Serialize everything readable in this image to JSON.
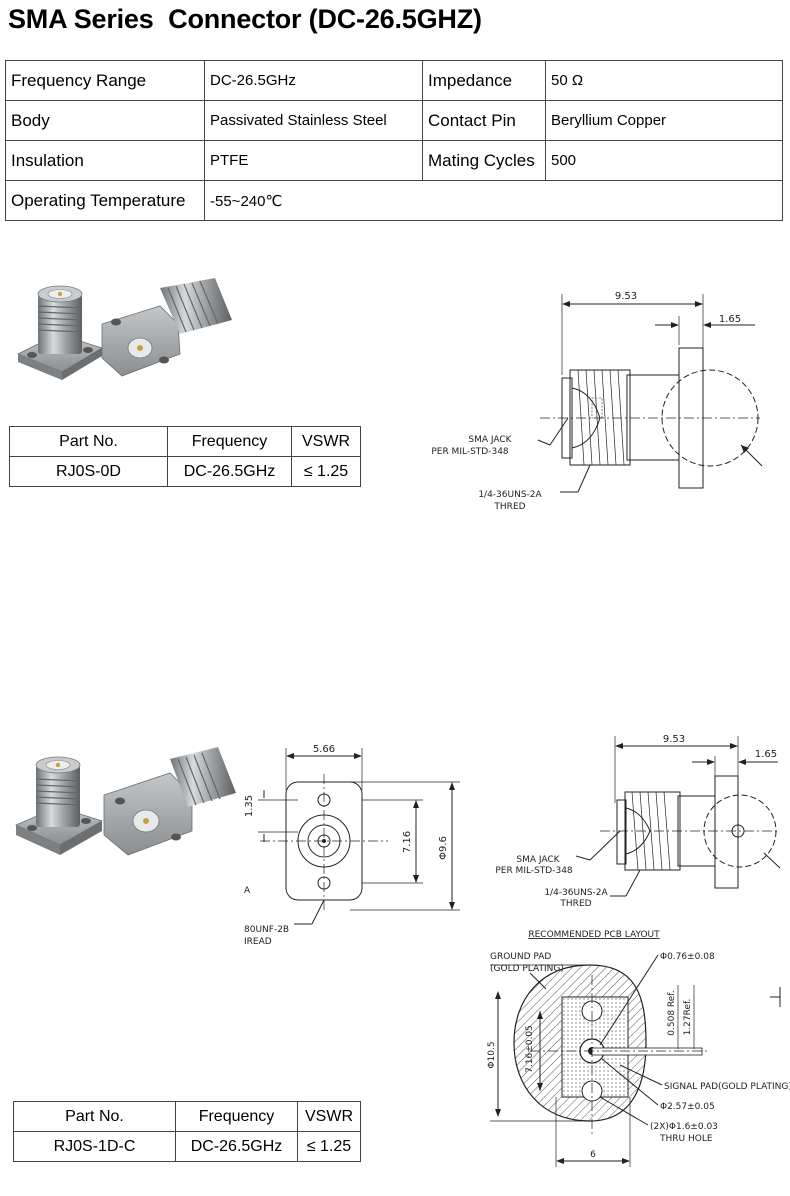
{
  "title": "SMA Series  Connector (DC-26.5GHZ)",
  "specs": {
    "row1": {
      "l1": "Frequency Range",
      "v1": "DC-26.5GHz",
      "l2": "Impedance",
      "v2": "50 Ω"
    },
    "row2": {
      "l1": "Body",
      "v1": "Passivated Stainless Steel",
      "l2": "Contact Pin",
      "v2": "Beryllium Copper"
    },
    "row3": {
      "l1": "Insulation",
      "v1": "PTFE",
      "l2": "Mating Cycles",
      "v2": "500"
    },
    "row4": {
      "l1": "Operating Temperature",
      "v1": "-55~240℃"
    }
  },
  "parts_table_1": {
    "headers": [
      "Part No.",
      "Frequency",
      "VSWR"
    ],
    "row": [
      "RJ0S-0D",
      "DC-26.5GHz",
      "≤ 1.25"
    ]
  },
  "parts_table_2": {
    "headers": [
      "Part No.",
      "Frequency",
      "VSWR"
    ],
    "row": [
      "RJ0S-1D-C",
      "DC-26.5GHz",
      "≤ 1.25"
    ]
  },
  "drawing1": {
    "dim_length": "9.53",
    "dim_flange": "1.65",
    "jack_line1": "SMA JACK",
    "jack_line2": "PER MIL-STD-348",
    "thread_line1": "1/4-36UNS-2A",
    "thread_line2": "THRED"
  },
  "drawing2_front": {
    "dim_width": "5.66",
    "dim_hole": "1.35",
    "dim_spacing": "7.16",
    "dim_dia": "Φ9.6",
    "side_label": "A",
    "thread_line1": "80UNF-2B",
    "thread_line2": "IREAD"
  },
  "drawing2_side": {
    "dim_length": "9.53",
    "dim_flange": "1.65",
    "jack_line1": "SMA JACK",
    "jack_line2": "PER MIL-STD-348",
    "thread_line1": "1/4-36UNS-2A",
    "thread_line2": "THRED"
  },
  "pcb": {
    "heading": "RECOMMENDED PCB LAYOUT",
    "ground1": "GROUND PAD",
    "ground2": "(GOLD PLATING)",
    "via_dia": "Φ0.76±0.08",
    "dim_0508": "0.508 Ref.",
    "dim_127": "1.27Ref.",
    "dim_105": "Φ10.5",
    "dim_716": "7.16±0.05",
    "signal": "SIGNAL PAD(GOLD PLATING)",
    "pad_dia": "Φ2.57±0.05",
    "thru1": "(2X)Φ1.6±0.03",
    "thru2": "THRU HOLE",
    "dim_6": "6"
  },
  "colors": {
    "line": "#222222",
    "border": "#444444",
    "steel": "#a9adb0",
    "gold": "#c8a040"
  }
}
